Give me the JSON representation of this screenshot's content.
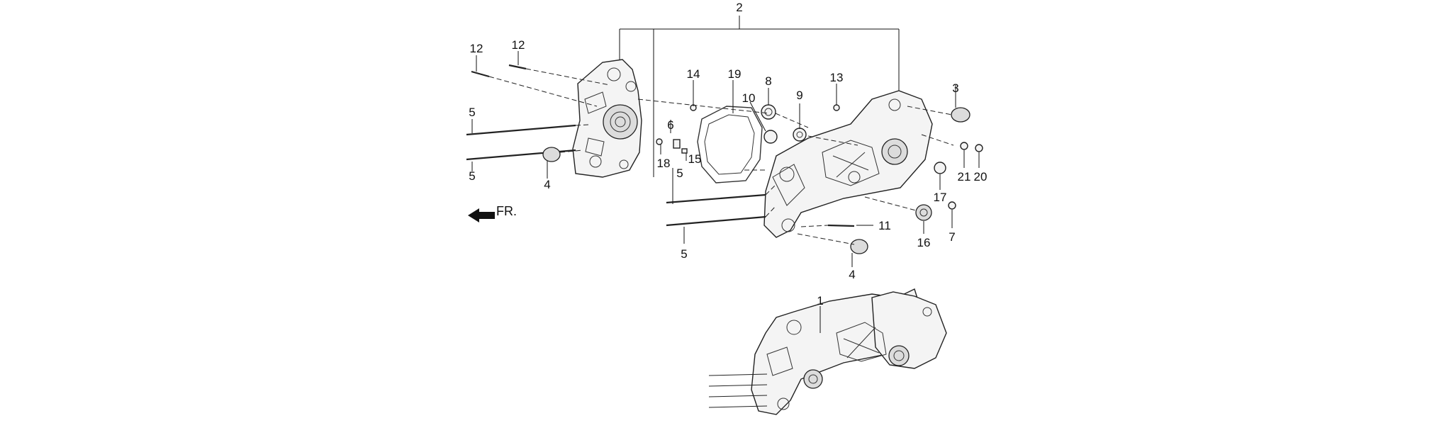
{
  "direction_label": "FR.",
  "callouts": {
    "c1": "1",
    "c2": "2",
    "c3": "3",
    "c4a": "4",
    "c4b": "4",
    "c5a": "5",
    "c5b": "5",
    "c5c": "5",
    "c5d": "5",
    "c6": "6",
    "c7": "7",
    "c8": "8",
    "c9": "9",
    "c10": "10",
    "c11": "11",
    "c12a": "12",
    "c12b": "12",
    "c13": "13",
    "c14": "14",
    "c15": "15",
    "c16": "16",
    "c17": "17",
    "c18": "18",
    "c19": "19",
    "c20": "20",
    "c21": "21"
  }
}
